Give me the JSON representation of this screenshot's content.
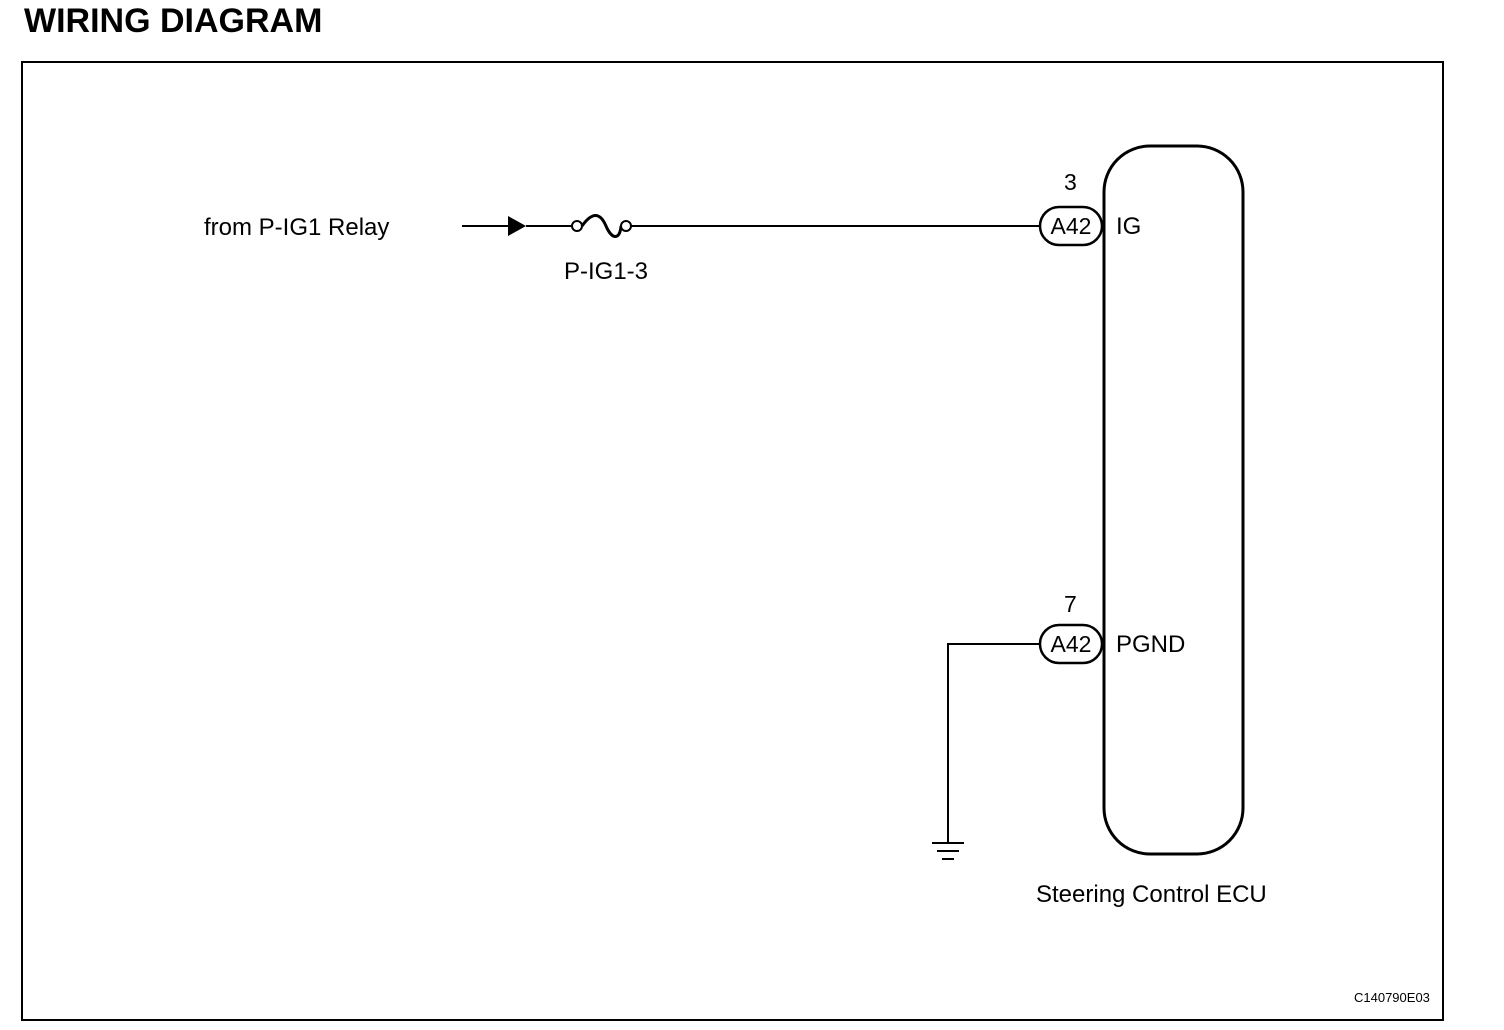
{
  "title": "WIRING DIAGRAM",
  "source_label": "from P-IG1 Relay",
  "fuse": {
    "label": "P-IG1-3"
  },
  "ecu": {
    "name": "Steering Control ECU",
    "pins": [
      {
        "number": "3",
        "connector": "A42",
        "terminal": "IG"
      },
      {
        "number": "7",
        "connector": "A42",
        "terminal": "PGND"
      }
    ]
  },
  "figure_code": "C140790E03"
}
